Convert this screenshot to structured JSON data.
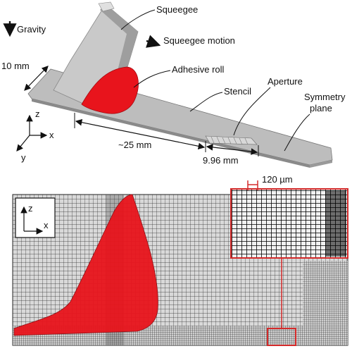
{
  "top": {
    "gravity_label": "Gravity",
    "squeegee_label": "Squeegee",
    "squeegee_motion_label": "Squeegee motion",
    "adhesive_roll_label": "Adhesive roll",
    "stencil_label": "Stencil",
    "aperture_label": "Aperture",
    "symmetry_line1": "Symmetry",
    "symmetry_line2": "plane",
    "width_dim": "10 mm",
    "length_dim": "~25 mm",
    "aperture_dim": "9.96 mm",
    "axis_z": "z",
    "axis_x": "x",
    "axis_y": "y"
  },
  "bottom": {
    "axis_z": "z",
    "axis_x": "x",
    "cell_size_label": "120 µm"
  },
  "colors": {
    "adhesive": "#e8141c",
    "stencil": "#b9b9b9",
    "squeegee": "#c9c9c9",
    "highlight": "#d42a2a"
  }
}
